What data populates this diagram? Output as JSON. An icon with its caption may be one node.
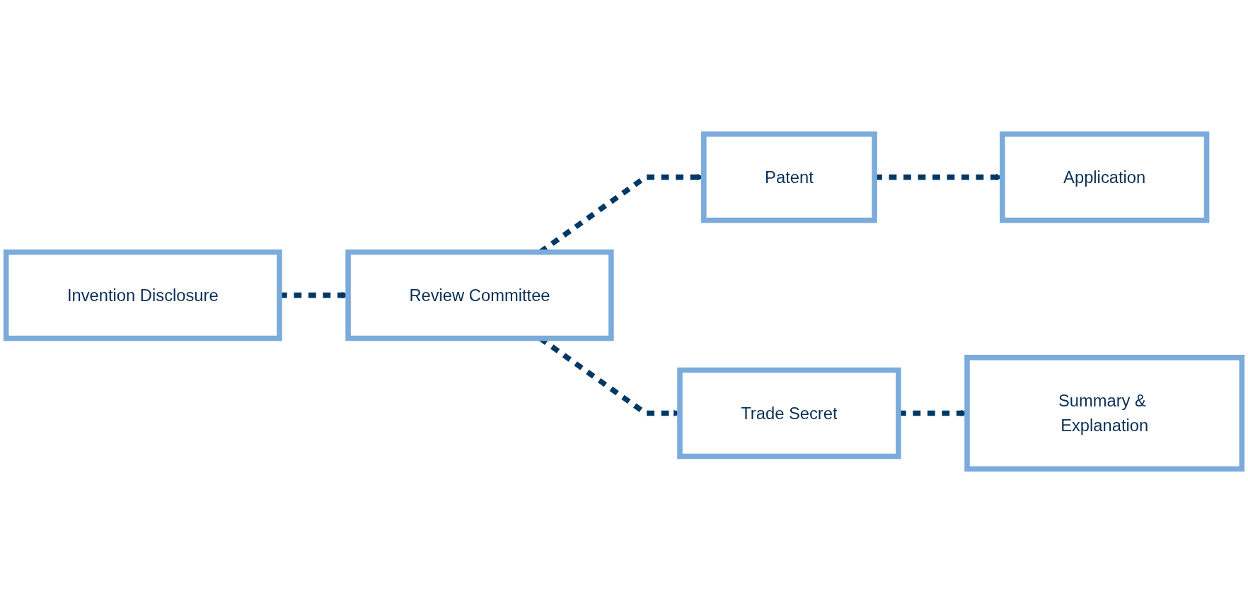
{
  "diagram": {
    "nodes": [
      {
        "text": [
          "Invention Disclosure"
        ]
      },
      {
        "text": [
          "Review Committee"
        ]
      },
      {
        "text": [
          "Patent"
        ]
      },
      {
        "text": [
          "Application"
        ]
      },
      {
        "text": [
          "Trade Secret"
        ]
      },
      {
        "text": [
          "Summary & Explanation"
        ]
      }
    ],
    "edges": [
      {
        "from": 0,
        "to": 1,
        "arrow": "to",
        "style": "dashed"
      },
      {
        "from": 1,
        "to": 2,
        "arrow": "to",
        "style": "dashed"
      },
      {
        "from": 1,
        "to": 4,
        "arrow": "to",
        "style": "dashed"
      },
      {
        "from": 2,
        "to": 3,
        "arrow": "to",
        "style": "dashed"
      },
      {
        "from": 4,
        "to": 5,
        "arrow": "to",
        "style": "dashed"
      }
    ]
  }
}
